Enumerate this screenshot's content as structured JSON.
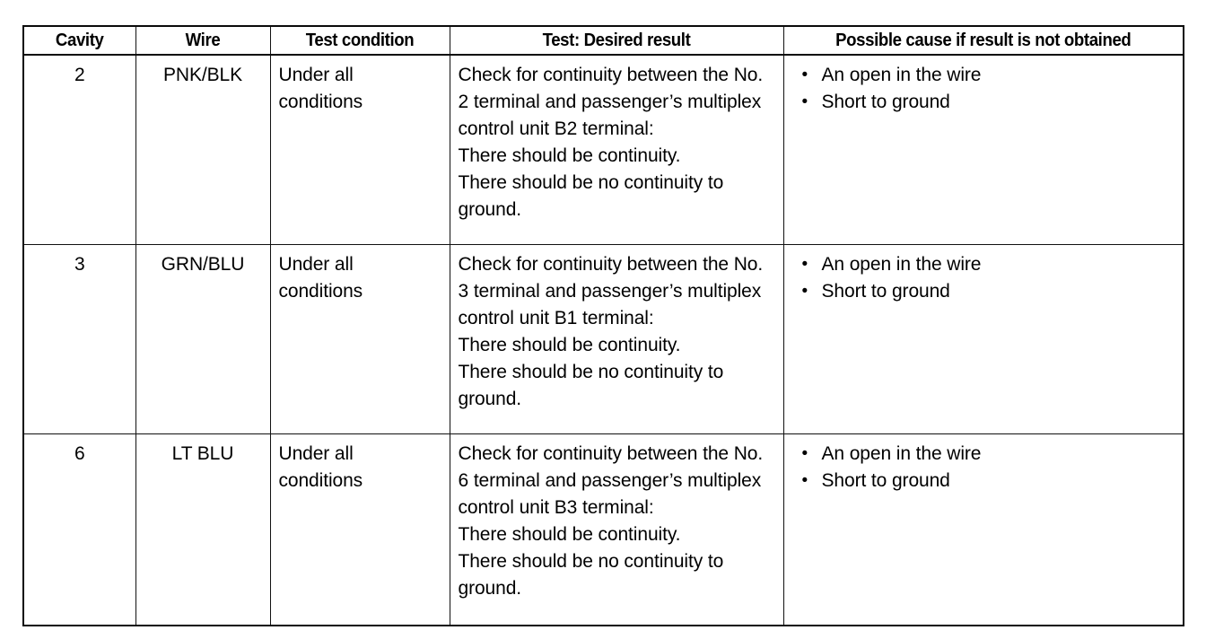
{
  "document": {
    "type": "troubleshooting-table",
    "bullet_glyph": "•",
    "ink_color": "#000000",
    "paper_color": "#ffffff"
  },
  "table": {
    "columns": [
      {
        "key": "cavity",
        "label": "Cavity"
      },
      {
        "key": "wire",
        "label": "Wire"
      },
      {
        "key": "condition",
        "label": "Test condition"
      },
      {
        "key": "test",
        "label": "Test: Desired result"
      },
      {
        "key": "cause",
        "label": "Possible cause if result is not obtained"
      }
    ],
    "rows": [
      {
        "cavity": "2",
        "wire": "PNK/BLK",
        "condition": "Under all\nconditions",
        "test": "Check for continuity between the No. 2 terminal and passenger’s multiplex control unit B2 terminal:\nThere should be continuity.\nThere should be no continuity to ground.",
        "test_lines": [
          "Check for continuity between the No. 2 terminal and passenger’s multiplex control unit B2 terminal:",
          "There should be continuity.",
          "There should be no continuity to ground."
        ],
        "causes": [
          "An open in the wire",
          "Short to ground"
        ]
      },
      {
        "cavity": "3",
        "wire": "GRN/BLU",
        "condition": "Under all\nconditions",
        "test": "Check for continuity between the No. 3 terminal and passenger’s multiplex control unit B1 terminal:\nThere should be continuity.\nThere should be no continuity to ground.",
        "test_lines": [
          "Check for continuity between the No. 3 terminal and passenger’s multiplex control unit B1 terminal:",
          "There should be continuity.",
          "There should be no continuity to ground."
        ],
        "causes": [
          "An open in the wire",
          "Short to ground"
        ]
      },
      {
        "cavity": "6",
        "wire": "LT BLU",
        "condition": "Under all\nconditions",
        "test": "Check for continuity between the No. 6 terminal and passenger’s multiplex control unit B3 terminal:\nThere should be continuity.\nThere should be no continuity to ground.",
        "test_lines": [
          "Check for continuity between the No. 6 terminal and passenger’s multiplex control unit B3 terminal:",
          "There should be continuity.",
          "There should be no continuity to ground."
        ],
        "causes": [
          "An open in the wire",
          "Short to ground"
        ]
      }
    ]
  }
}
